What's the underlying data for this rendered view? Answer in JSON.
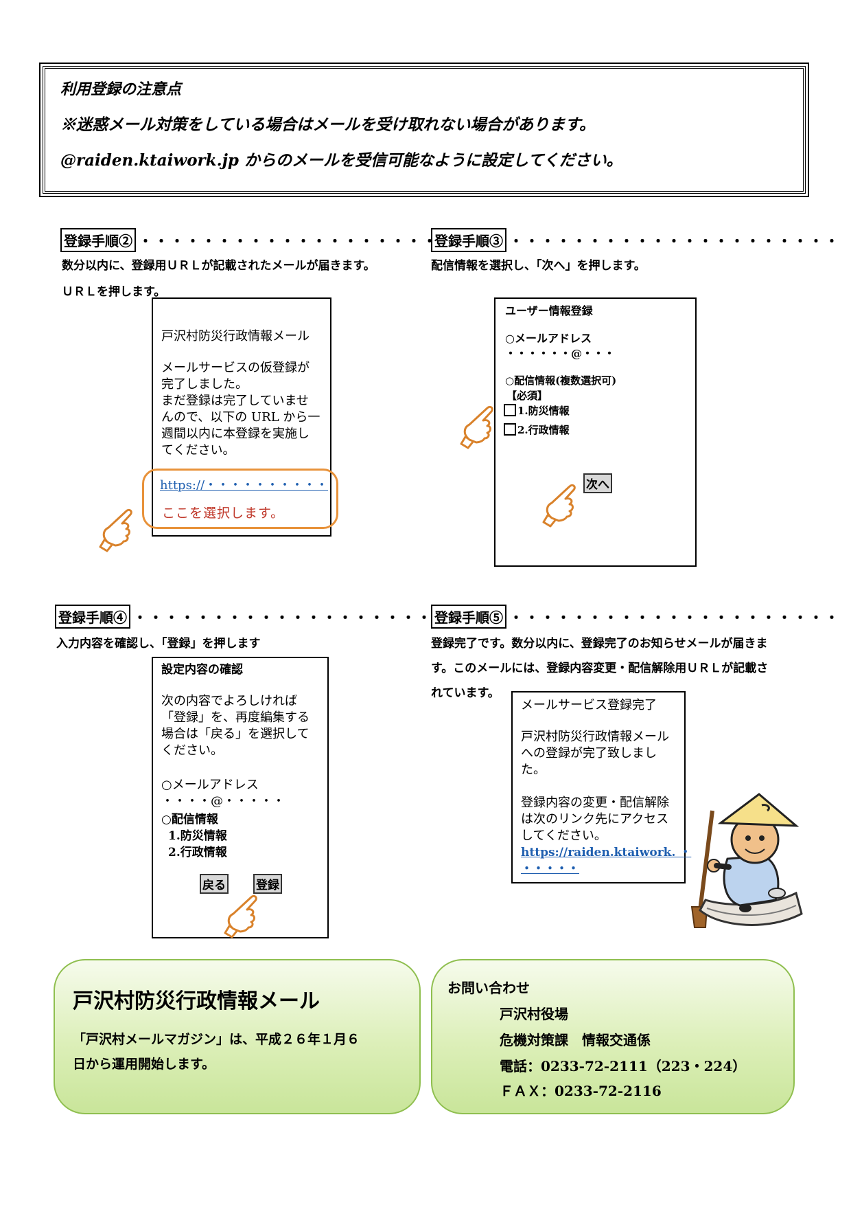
{
  "notice": {
    "title": "利用登録の注意点",
    "line1": "※迷惑メール対策をしている場合はメールを受け取れない場合があります。",
    "line2": "@raiden.ktaiwork.jp からのメールを受信可能なように設定してください。"
  },
  "step2": {
    "heading": "登録手順②",
    "desc1": "数分以内に、登録用ＵＲＬが記載されたメールが届きます。",
    "desc2": "ＵＲＬを押します。",
    "phone": {
      "title": "戸沢村防災行政情報メール",
      "lines": [
        "メールサービスの仮登録が",
        "完了しました。",
        "まだ登録は完了していませ",
        "んので、以下の URL から一",
        "週間以内に本登録を実施し",
        "てください。"
      ],
      "link": "https://・・・・・・・・・・",
      "callout": "ここを選択します。"
    }
  },
  "step3": {
    "heading": "登録手順③",
    "desc": "配信情報を選択し、「次へ」を押します。",
    "phone": {
      "title": "ユーザー情報登録",
      "email_label": "○メールアドレス",
      "email_value": "・・・・・・@・・・",
      "delivery_label": "○配信情報(複数選択可)",
      "required": "【必須】",
      "options": [
        "1.防災情報",
        "2.行政情報"
      ],
      "next_button": "次へ"
    }
  },
  "step4": {
    "heading": "登録手順④",
    "desc": "入力内容を確認し、「登録」を押します",
    "phone": {
      "title": "設定内容の確認",
      "lines": [
        "次の内容でよろしければ",
        "「登録」を、再度編集する",
        "場合は「戻る」を選択して",
        "ください。"
      ],
      "email_label": "○メールアドレス",
      "email_value": "・・・・@・・・・・",
      "delivery_label": "○配信情報",
      "items": [
        "1.防災情報",
        "2.行政情報"
      ],
      "back_button": "戻る",
      "register_button": "登録"
    }
  },
  "step5": {
    "heading": "登録手順⑤",
    "desc1": "登録完了です。数分以内に、登録完了のお知らせメールが届きま",
    "desc2": "す。このメールには、登録内容変更・配信解除用ＵＲＬが記載さ",
    "desc3": "れています。",
    "phone": {
      "title": "メールサービス登録完了",
      "lines1": [
        "戸沢村防災行政情報メール",
        "への登録が完了致しまし",
        "た。"
      ],
      "lines2": [
        "登録内容の変更・配信解除",
        "は次のリンク先にアクセス",
        "してください。"
      ],
      "link1": "https://raiden.ktaiwork. ・",
      "link2": "・・・・・"
    }
  },
  "panel_left": {
    "title": "戸沢村防災行政情報メール",
    "line1": "「戸沢村メールマガジン」は、平成２６年１月６",
    "line2": "日から運用開始します。"
  },
  "panel_right": {
    "title": "お問い合わせ",
    "org": "戸沢村役場",
    "dept": "危機対策課　情報交通係",
    "tel": "電話：0233-72-2111（223・224）",
    "fax": "ＦＡＸ：0233-72-2116"
  },
  "colors": {
    "hand": "#d9822b",
    "callout_border": "#e8923a",
    "link": "#1f5fb0",
    "panel_green": "#c9e59a"
  }
}
